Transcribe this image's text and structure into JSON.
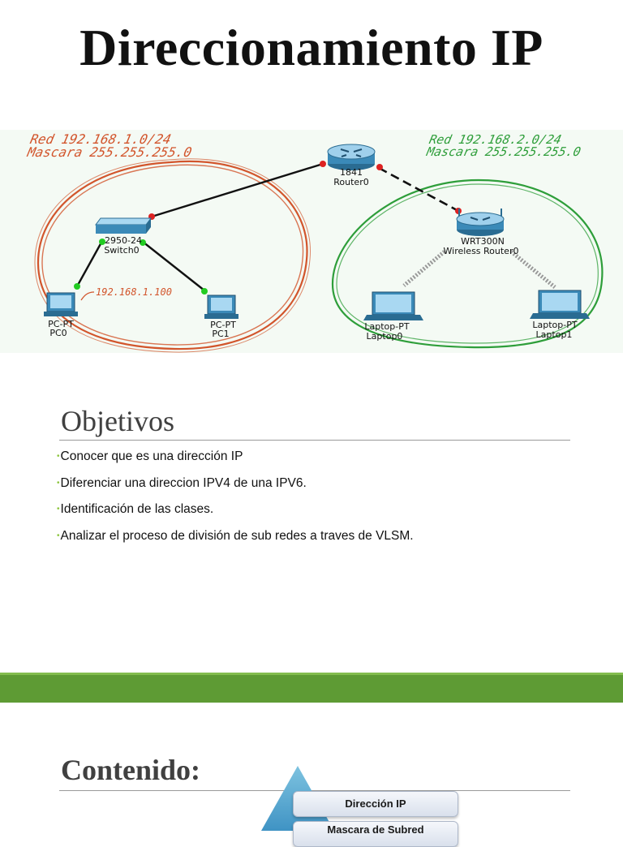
{
  "title": "Direccionamiento IP",
  "diagram": {
    "left_note": {
      "line1": "Red  192.168.1.0/24",
      "line2": "Mascara 255.255.255.0"
    },
    "right_note": {
      "line1": "Red  192.168.2.0/24",
      "line2": "Mascara 255.255.255.0"
    },
    "pc0_ip_note": "192.168.1.100",
    "router": {
      "model": "1841",
      "name": "Router0"
    },
    "switch": {
      "model": "2950-24",
      "name": "Switch0"
    },
    "wireless_router": {
      "model": "WRT300N",
      "name": "Wireless Router0"
    },
    "pc0": {
      "model": "PC-PT",
      "name": "PC0"
    },
    "pc1": {
      "model": "PC-PT",
      "name": "PC1"
    },
    "laptop0": {
      "model": "Laptop-PT",
      "name": "Laptop0"
    },
    "laptop1": {
      "model": "Laptop-PT",
      "name": "Laptop1"
    },
    "colors": {
      "left_network": "#d2552c",
      "right_network": "#2e9e3a",
      "link_up": "#22cc22",
      "link_down": "#dd2222"
    }
  },
  "objetivos": {
    "heading": "Objetivos",
    "items": [
      "Conocer que es una dirección IP",
      "Diferenciar una direccion IPV4 de una IPV6.",
      "Identificación de las clases.",
      "Analizar el proceso de división de sub redes a traves de VLSM."
    ]
  },
  "contenido": {
    "heading": "Contenido:",
    "items": [
      "Dirección IP",
      "Mascara de Subred"
    ]
  },
  "colors": {
    "accent_green": "#5e9b34",
    "bullet": "#8dc63f"
  }
}
